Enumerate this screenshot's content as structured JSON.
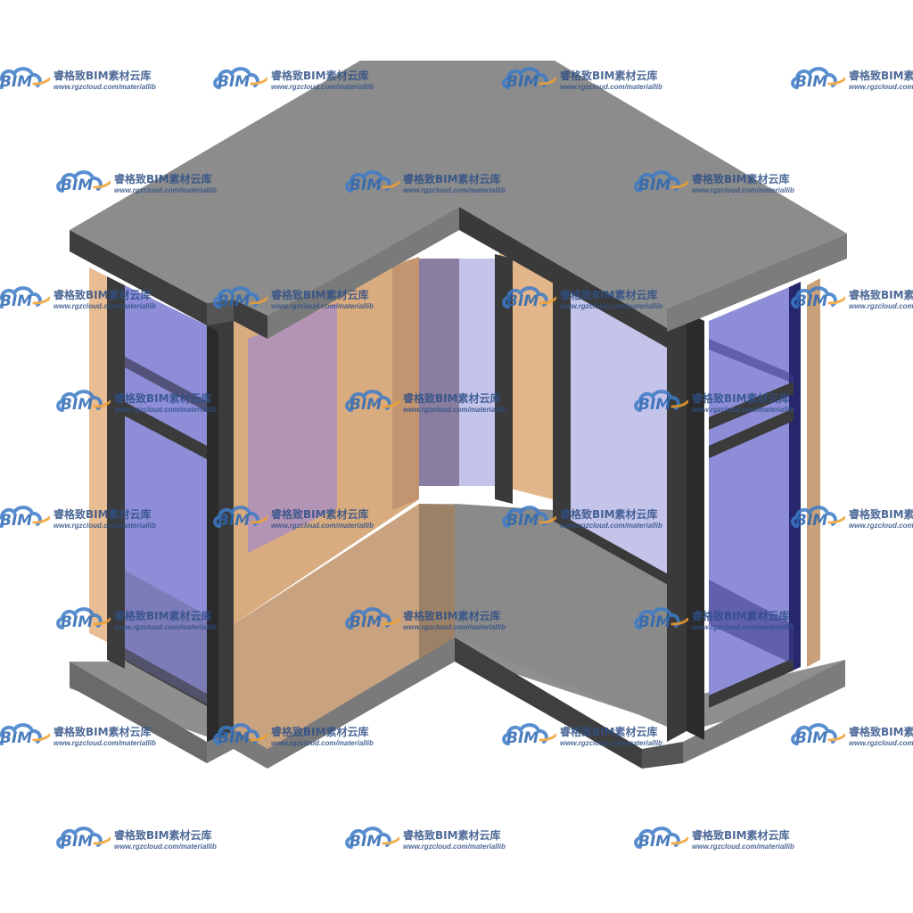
{
  "image": {
    "subject": "3d-corner-bay-window-model",
    "colors": {
      "background": "#ffffff",
      "slab_top": "#8c8c8c",
      "slab_front": "#707070",
      "frame_dark": "#3a3a3a",
      "glass": "#8f8fd8",
      "glass_light": "#c4c4ea",
      "interior_wall": "#e6b98d",
      "interior_floor": "#c8a27c",
      "pink_panel": "#b394b3"
    }
  },
  "watermark": {
    "logo_text": "BIM",
    "title": "睿格致BIM素材云库",
    "url": "www.rgzcloud.com/materiallib",
    "logo_colors": {
      "cloud_blue": "#3d7cc9",
      "swoosh_orange": "#f0a030",
      "text_blue": "#2b67b3"
    }
  }
}
